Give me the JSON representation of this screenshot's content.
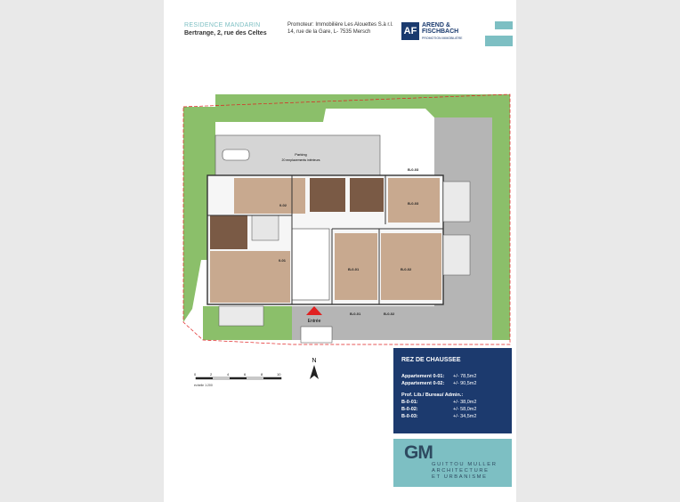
{
  "header": {
    "residence": "RESIDENCE MANDARIN",
    "address": "Bertrange, 2, rue des Celtes",
    "promoter_line1": "Promoteur: Immobilière Les Alouettes S.à r.l.",
    "promoter_line2": "14, rue de la Gare, L- 7535 Mersch",
    "logo_mark": "AF",
    "logo_name": "AREND & FISCHBACH",
    "logo_sub": "PROMOTION IMMOBILIÈRE"
  },
  "plan": {
    "parking_label": "Parking",
    "parking_sub": "20 emplacements intérieurs",
    "entrance_label": "Entrée",
    "units": [
      "B-0-03",
      "B-0-03",
      "B-0-01",
      "B-0-02",
      "0-02",
      "0-01",
      "B-0-01",
      "B-0-02"
    ],
    "north_label": "N",
    "scale_ticks": [
      "0",
      "2",
      "4",
      "6",
      "8",
      "10"
    ],
    "scale_label": "échelle 1:200",
    "colors": {
      "grass": "#8bbf6a",
      "floor": "#c8a98f",
      "dark_wood": "#7a5a45",
      "paving": "#b8b8b8",
      "wall": "#333333",
      "entry_red": "#e02020"
    }
  },
  "legend": {
    "title": "REZ DE CHAUSSEE",
    "rows1": [
      {
        "k": "Appartement 0-01:",
        "v": "+/-  78,5m2"
      },
      {
        "k": "Appartement 0-02:",
        "v": "+/-  90,5m2"
      }
    ],
    "section2": "Prof. Lib./ Bureau/ Admin.:",
    "rows2": [
      {
        "k": "B-0-01:",
        "v": "+/-  38,0m2"
      },
      {
        "k": "B-0-02:",
        "v": "+/-  58,0m2"
      },
      {
        "k": "B-0-03:",
        "v": "+/-  34,5m2"
      }
    ]
  },
  "architect": {
    "mark": "GM",
    "line1": "GUITTOU MULLER",
    "line2": "ARCHITECTURE",
    "line3": "ET URBANISME"
  }
}
